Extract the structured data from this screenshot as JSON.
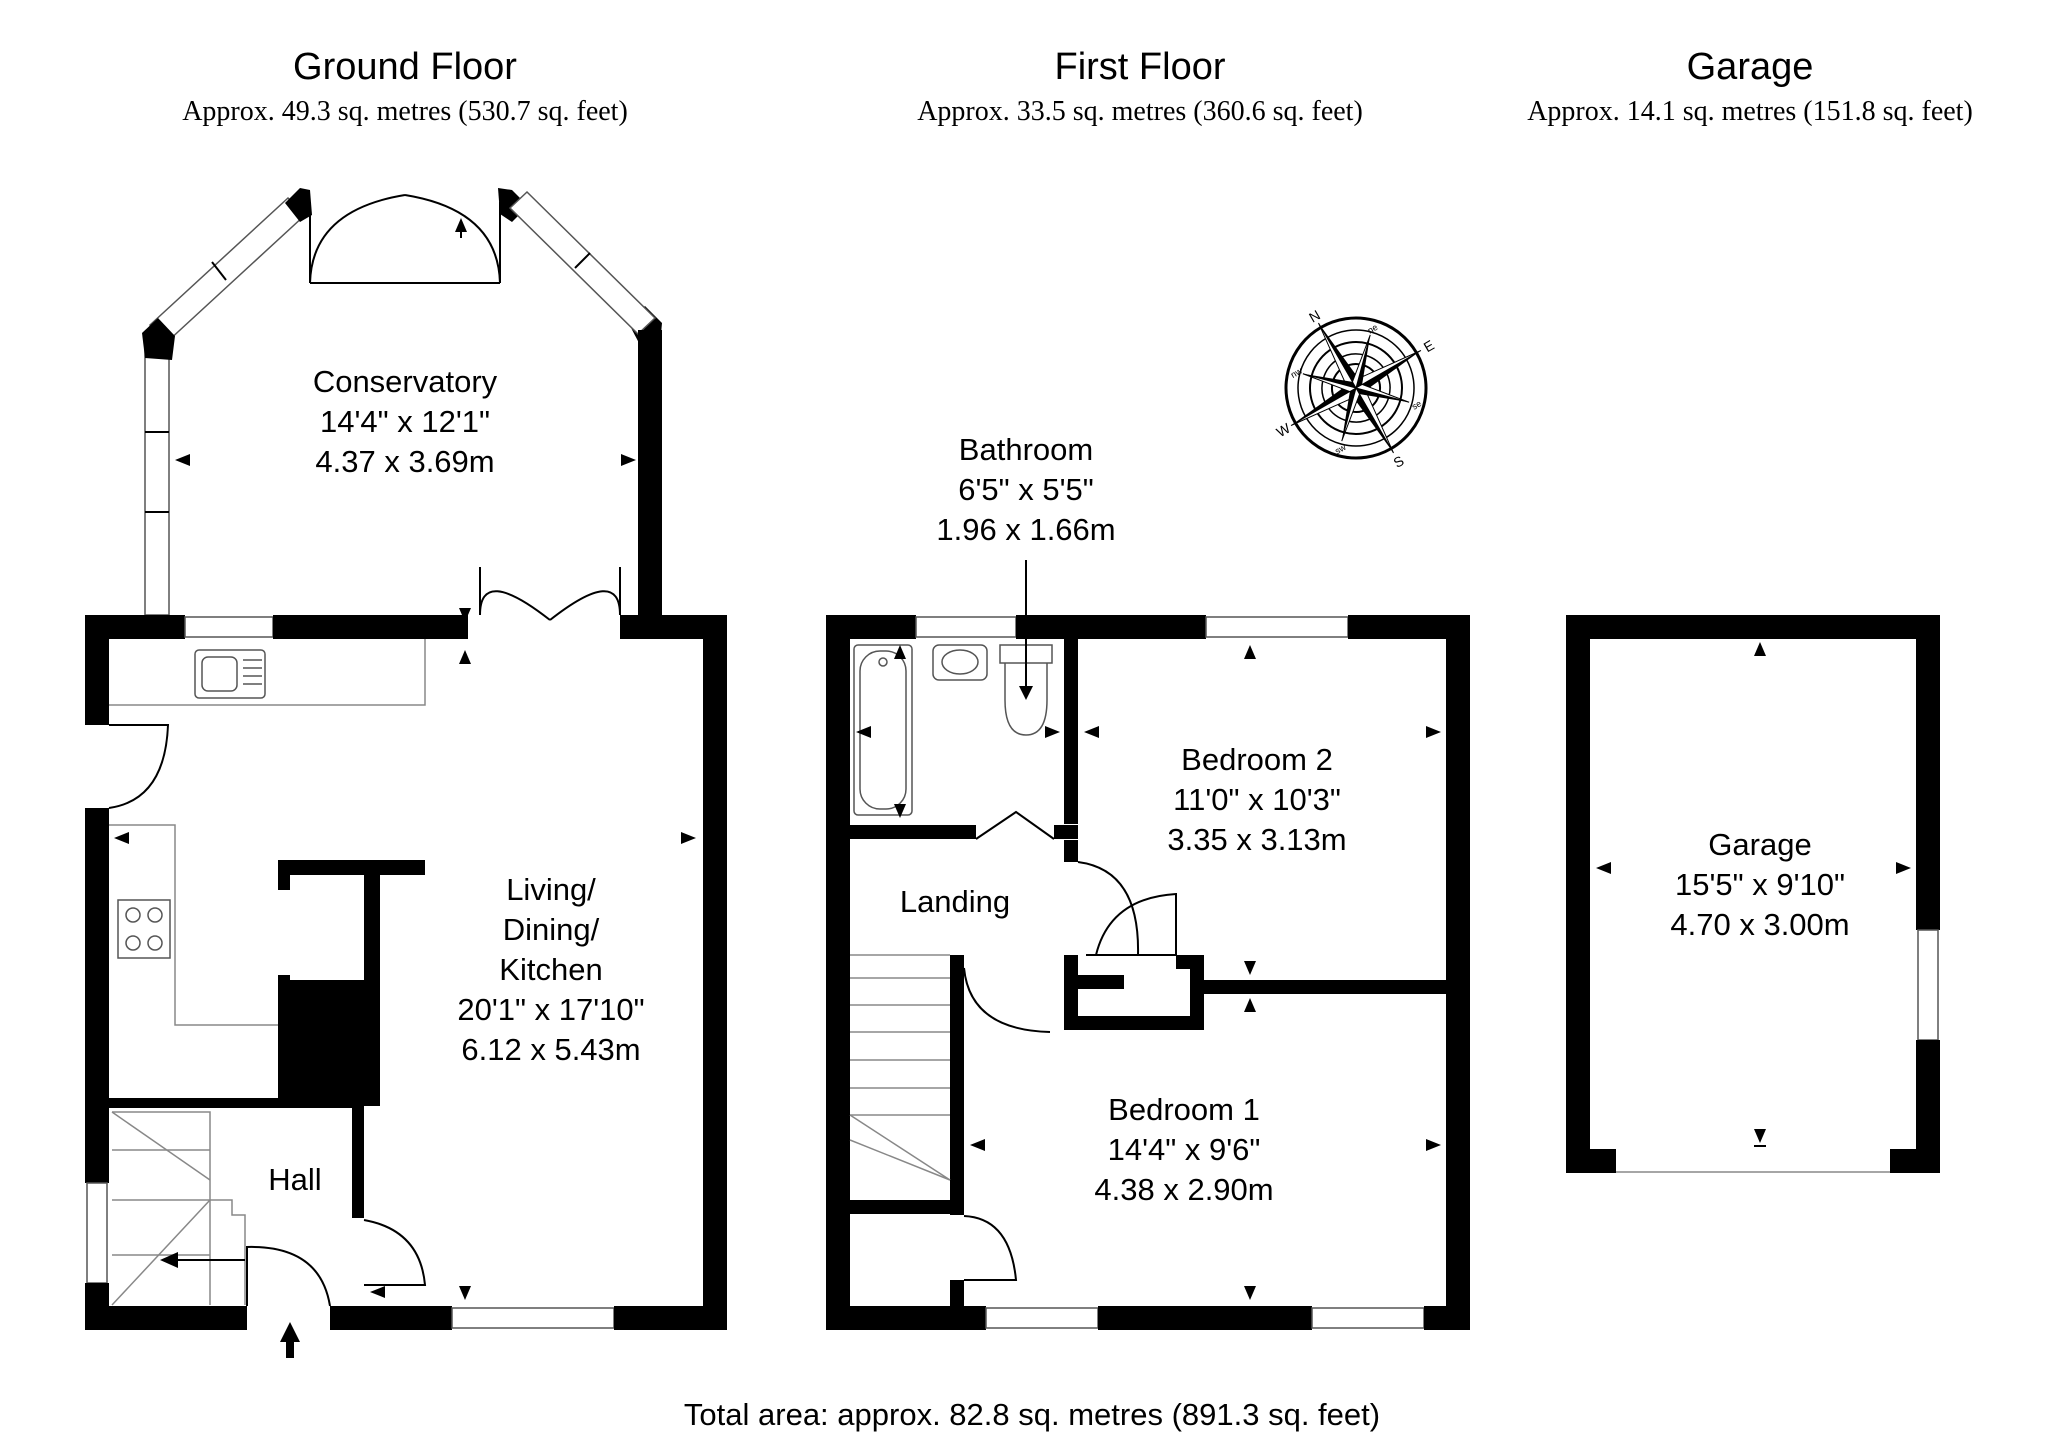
{
  "floors": [
    {
      "title": "Ground Floor",
      "area": "Approx. 49.3 sq. metres (530.7 sq. feet)"
    },
    {
      "title": "First Floor",
      "area": "Approx. 33.5 sq. metres (360.6 sq. feet)"
    },
    {
      "title": "Garage",
      "area": "Approx. 14.1 sq. metres (151.8 sq. feet)"
    }
  ],
  "rooms": {
    "conservatory": {
      "name": "Conservatory",
      "imperial": "14'4\" x 12'1\"",
      "metric": "4.37 x 3.69m"
    },
    "living": {
      "line1": "Living/",
      "line2": "Dining/",
      "line3": "Kitchen",
      "imperial": "20'1\" x 17'10\"",
      "metric": "6.12 x 5.43m"
    },
    "hall": {
      "name": "Hall"
    },
    "bathroom": {
      "name": "Bathroom",
      "imperial": "6'5\" x 5'5\"",
      "metric": "1.96 x 1.66m"
    },
    "bedroom2": {
      "name": "Bedroom 2",
      "imperial": "11'0\" x 10'3\"",
      "metric": "3.35 x 3.13m"
    },
    "landing": {
      "name": "Landing"
    },
    "bedroom1": {
      "name": "Bedroom 1",
      "imperial": "14'4\" x 9'6\"",
      "metric": "4.38 x 2.90m"
    },
    "garage": {
      "name": "Garage",
      "imperial": "15'5\" x 9'10\"",
      "metric": "4.70 x 3.00m"
    }
  },
  "compass": {
    "points": [
      "N",
      "E",
      "S",
      "W"
    ],
    "minor": [
      "ne",
      "se",
      "sw",
      "nw"
    ]
  },
  "total_area": "Total area: approx. 82.8 sq. metres (891.3 sq. feet)",
  "icons": [
    "compass-rose-icon",
    "entrance-arrow-icon",
    "sink-icon",
    "hob-icon",
    "bath-icon",
    "toilet-icon",
    "basin-icon"
  ]
}
